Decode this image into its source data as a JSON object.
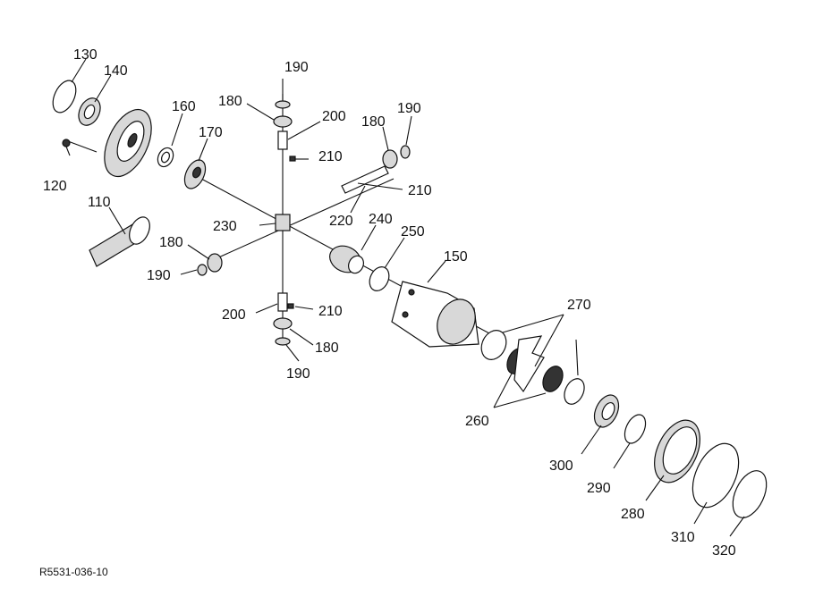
{
  "diagram": {
    "code": "R5531-036-10",
    "labels": {
      "p130": "130",
      "p140": "140",
      "p160": "160",
      "p170": "170",
      "p120": "120",
      "p110": "110",
      "p190a": "190",
      "p180a": "180",
      "p200a": "200",
      "p210a": "210",
      "p180b": "180",
      "p190b": "190",
      "p210b": "210",
      "p220": "220",
      "p230": "230",
      "p240": "240",
      "p250": "250",
      "p150": "150",
      "p180c": "180",
      "p190c": "190",
      "p200b": "200",
      "p210c": "210",
      "p180d": "180",
      "p190d": "190",
      "p270": "270",
      "p260": "260",
      "p300": "300",
      "p290": "290",
      "p280": "280",
      "p310": "310",
      "p320": "320"
    }
  }
}
